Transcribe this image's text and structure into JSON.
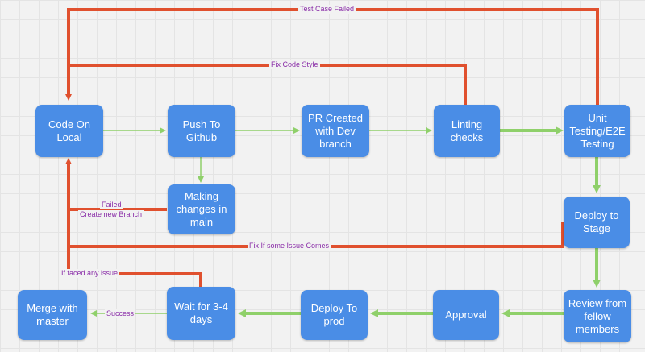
{
  "diagram": {
    "colors": {
      "node_fill": "#4a8de6",
      "forward_edge": "#8fd06a",
      "feedback_edge": "#e0502e",
      "label_text": "#8a2ea8"
    },
    "nodes": {
      "code_on_local": "Code On\nLocal",
      "push_to_github": "Push To\nGithub",
      "pr_created": "PR Created\nwith Dev\nbranch",
      "linting_checks": "Linting\nchecks",
      "unit_testing": "Unit\nTesting/E2E\nTesting",
      "making_changes": "Making\nchanges in\nmain",
      "deploy_to_stage": "Deploy to\nStage",
      "review": "Review from\nfellow\nmembers",
      "approval": "Approval",
      "deploy_to_prod": "Deploy To\nprod",
      "wait": "Wait for 3-4\ndays",
      "merge": "Merge with\nmaster"
    },
    "edge_labels": {
      "test_case_failed": "Test Case Failed",
      "fix_code_style": "Fix Code Style",
      "failed": "Failed",
      "create_new_branch": "Create new Branch",
      "fix_if_issue": "Fix If some Issue Comes",
      "if_faced_issue": "If faced any issue",
      "success": "Success"
    }
  }
}
